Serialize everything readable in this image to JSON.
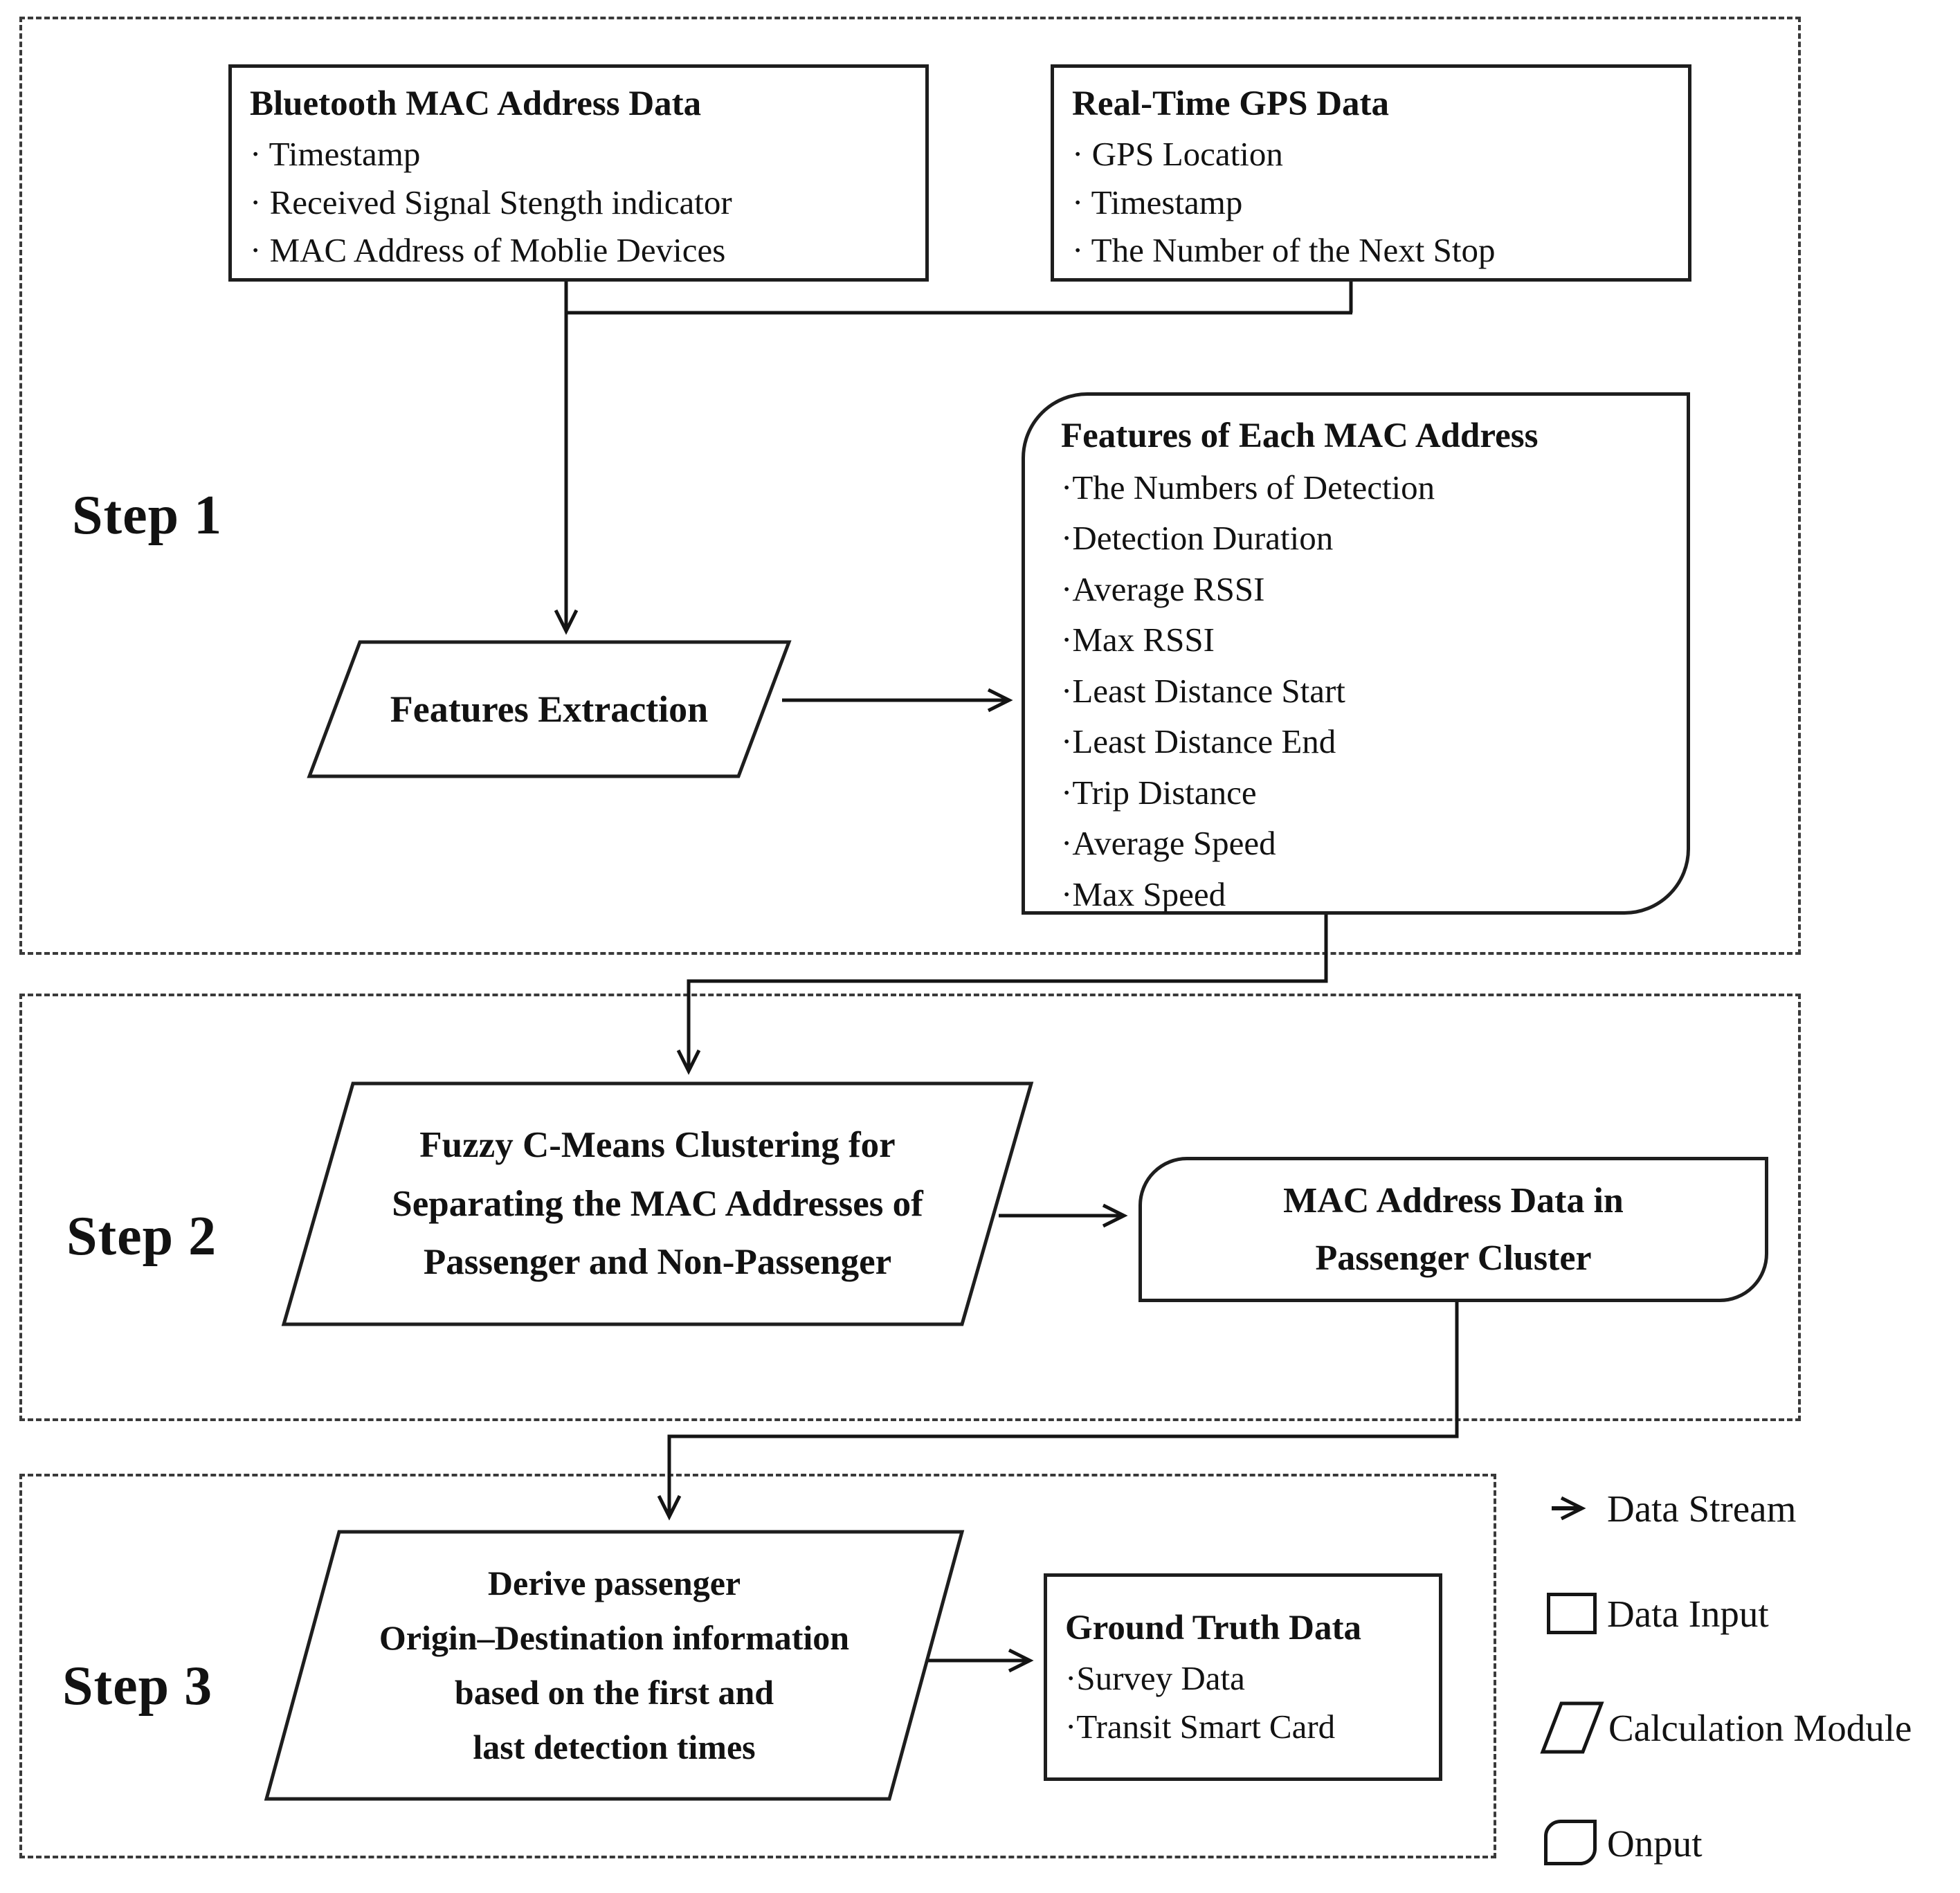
{
  "step1": {
    "label": "Step 1",
    "bluetooth": {
      "title": "Bluetooth MAC Address Data",
      "items": [
        "· Timestamp",
        "· Received Signal Stength indicator",
        "· MAC Address of Moblie Devices"
      ]
    },
    "gps": {
      "title": "Real-Time GPS Data",
      "items": [
        "· GPS Location",
        "· Timestamp",
        "· The Number of the Next Stop"
      ]
    },
    "features_extraction": {
      "label": "Features Extraction"
    },
    "features_output": {
      "title": "Features of Each MAC Address",
      "items": [
        "·The Numbers of Detection",
        "·Detection Duration",
        "·Average RSSI",
        "·Max RSSI",
        "·Least Distance Start",
        "·Least Distance End",
        "·Trip Distance",
        "·Average Speed",
        "·Max Speed"
      ]
    }
  },
  "step2": {
    "label": "Step 2",
    "clustering": {
      "lines": [
        "Fuzzy C-Means Clustering for",
        "Separating the MAC Addresses of",
        "Passenger and Non-Passenger"
      ]
    },
    "passenger_cluster": {
      "lines": [
        "MAC Address Data in",
        "Passenger Cluster"
      ]
    }
  },
  "step3": {
    "label": "Step 3",
    "derive": {
      "lines": [
        "Derive passenger",
        "Origin–Destination information",
        "based on the first and",
        "last detection times"
      ]
    },
    "ground_truth": {
      "title": "Ground Truth Data",
      "items": [
        "·Survey Data",
        "·Transit Smart Card"
      ]
    }
  },
  "legend": {
    "data_stream": "Data Stream",
    "data_input": "Data Input",
    "calculation_module": "Calculation Module",
    "onput": "Onput"
  },
  "colors": {
    "line": "#141414",
    "dashed_border": "#3a3a3a",
    "background": "#ffffff"
  }
}
